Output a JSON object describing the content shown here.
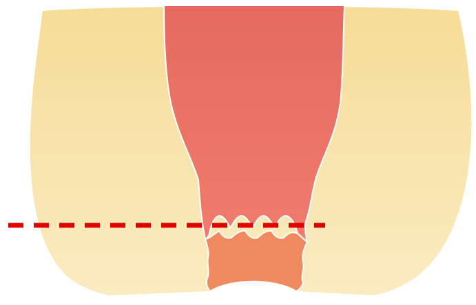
{
  "colors": {
    "background": "#ffffff",
    "outer_tissue_top": "#f5dc97",
    "outer_tissue_bottom": "#fbebc1",
    "upper_canal_top": "#e66a5f",
    "upper_canal_bottom": "#f07c6d",
    "lower_zone": "#f08a5e",
    "outline": "#ffffff",
    "dashed_line": "#e00000"
  },
  "elements": {
    "outer_tissue": "outer-tissue",
    "upper_canal": "upper-canal",
    "lower_zone": "lower-zone",
    "dashed_line": "dashed-reference-line"
  }
}
